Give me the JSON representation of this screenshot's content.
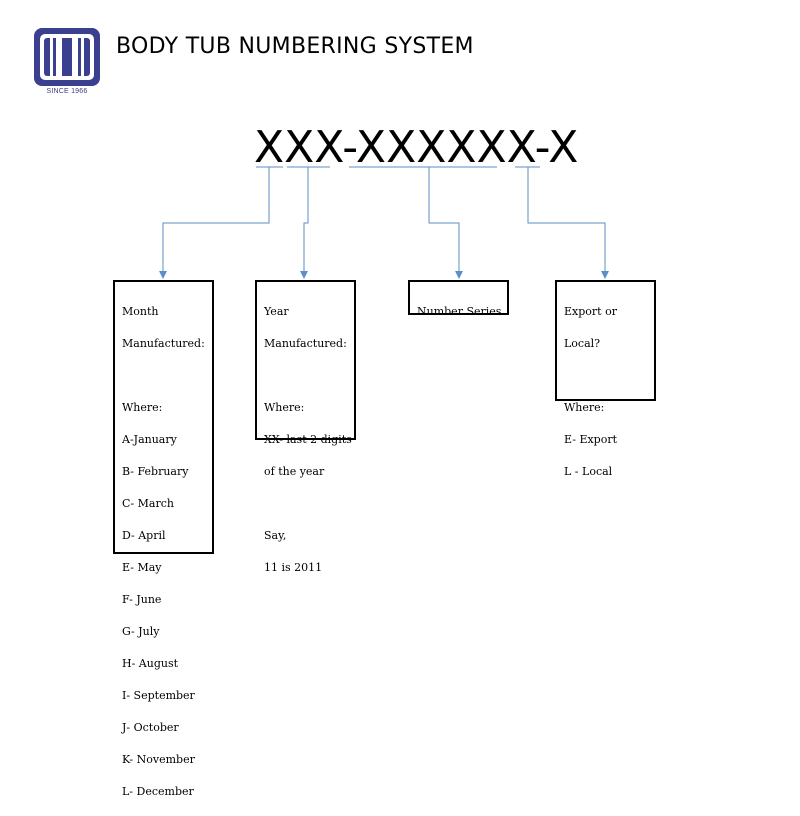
{
  "header": {
    "title": "BODY TUB NUMBERING SYSTEM",
    "logo_text": "SINCE 1966",
    "brand_color": "#3b3f8f"
  },
  "code": {
    "text": "XXX-XXXXXX-X"
  },
  "boxes": {
    "month": {
      "heading": [
        "Month",
        "Manufactured:"
      ],
      "where": "Where:",
      "items": [
        "A-January",
        "B- February",
        "C- March",
        "D- April",
        "E- May",
        "F- June",
        "G- July",
        "H- August",
        "I- September",
        "J- October",
        "K- November",
        "L- December"
      ]
    },
    "year": {
      "heading": [
        "Year",
        "Manufactured:"
      ],
      "where": "Where:",
      "items": [
        "XX- last 2 digits",
        "of the year"
      ],
      "say": "Say,",
      "example": "11 is 2011"
    },
    "number": {
      "heading": [
        "Number Series"
      ]
    },
    "export": {
      "heading": [
        "Export or",
        "Local?"
      ],
      "where": "Where:",
      "items": [
        "E-  Export",
        "L -  Local"
      ]
    }
  },
  "colors": {
    "connector": "#5b8fc7"
  }
}
